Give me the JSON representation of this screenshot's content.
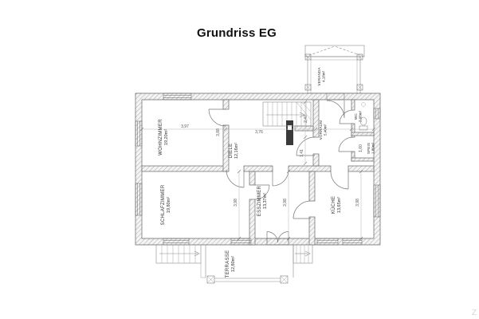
{
  "title": "Grundriss EG",
  "watermark": "Z",
  "plan": {
    "rooms": [
      {
        "name": "WOHNZIMMER",
        "area": "19,20m²"
      },
      {
        "name": "DIELE",
        "area": "12,16m²"
      },
      {
        "name": "VORRAUM",
        "area": "5,40m²"
      },
      {
        "name": "WC",
        "area": "2,08m²"
      },
      {
        "name": "SPEIS",
        "area": "1,80m²"
      },
      {
        "name": "VERANDA",
        "area": "4,18m²"
      },
      {
        "name": "SCHLAFZIMMER",
        "area": "19,80m²"
      },
      {
        "name": "ESSZIMMER",
        "area": "13,37m²"
      },
      {
        "name": "KÜCHE",
        "area": "13,65m²"
      },
      {
        "name": "TERRASSE",
        "area": "12,80m²"
      }
    ],
    "dimensions": {
      "wohnzimmer_width": "3,97",
      "wohnzimmer_height": "3,88",
      "diele_width": "3,76",
      "vorraum_upper": "2,47",
      "vorraum_width": "1,41",
      "speis_height": "1,60",
      "schlafzimmer_height": "3,98",
      "esszimmer_height": "3,98",
      "kueche_height": "3,98"
    }
  }
}
